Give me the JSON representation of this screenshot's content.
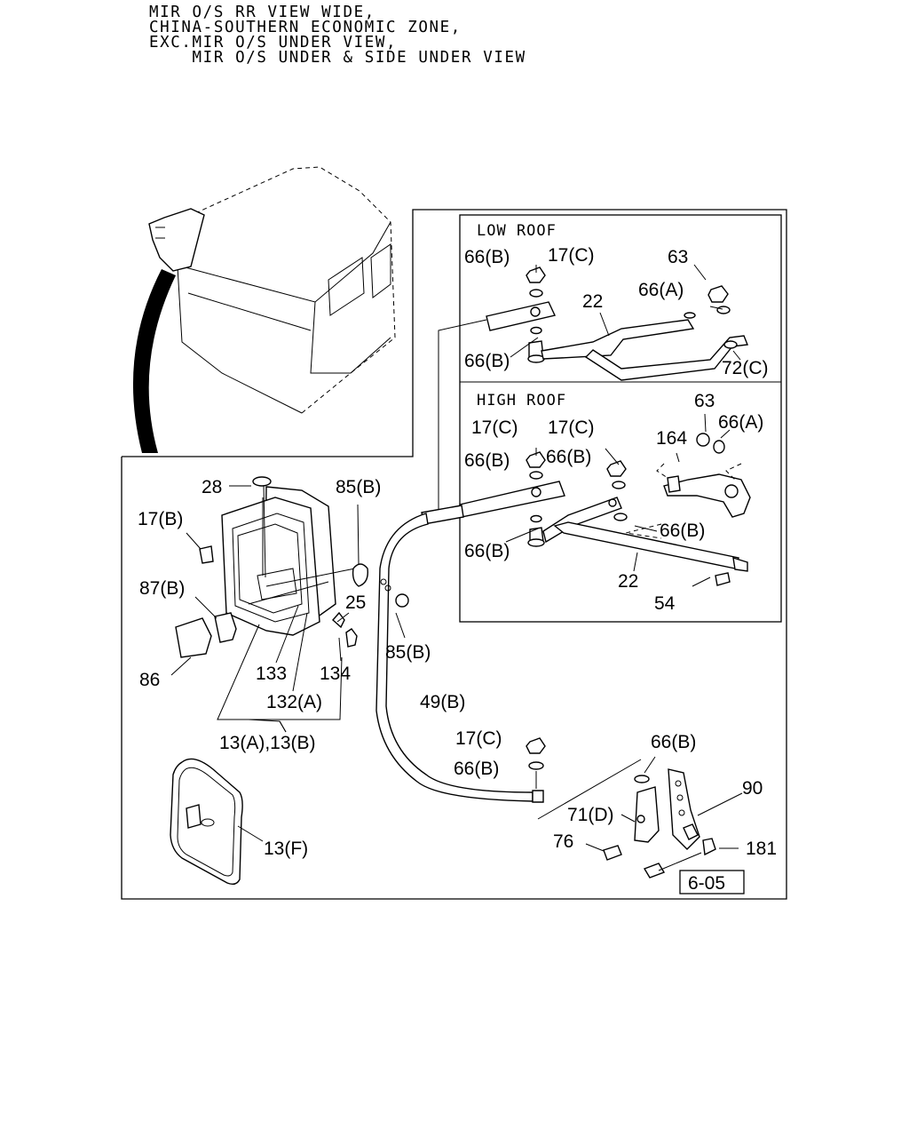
{
  "header": {
    "lines": [
      "MIR O/S RR VIEW WIDE,",
      "CHINA-SOUTHERN ECONOMIC ZONE,",
      "EXC.MIR O/S UNDER VIEW,",
      "    MIR O/S UNDER & SIDE UNDER VIEW"
    ]
  },
  "panels": {
    "low_roof_title": "LOW ROOF",
    "high_roof_title": "HIGH ROOF"
  },
  "callouts": {
    "low_66B_top": "66(B)",
    "low_17C": "17(C)",
    "low_63": "63",
    "low_66A": "66(A)",
    "low_22": "22",
    "low_66B_bottom": "66(B)",
    "low_72C": "72(C)",
    "high_17C_left": "17(C)",
    "high_17C_mid": "17(C)",
    "high_63": "63",
    "high_66A": "66(A)",
    "high_164": "164",
    "high_66B_left": "66(B)",
    "high_66B_mid": "66(B)",
    "high_66B_right": "66(B)",
    "high_66B_bottom": "66(B)",
    "high_22": "22",
    "high_54": "54",
    "m_28": "28",
    "m_85B_top": "85(B)",
    "m_17B": "17(B)",
    "m_87B": "87(B)",
    "m_25": "25",
    "m_86": "86",
    "m_133": "133",
    "m_134": "134",
    "m_132A": "132(A)",
    "m_13AB": "13(A),13(B)",
    "m_85B_mid": "85(B)",
    "m_49B": "49(B)",
    "m_17C": "17(C)",
    "m_66B_left": "66(B)",
    "m_66B_right": "66(B)",
    "m_90": "90",
    "m_71D": "71(D)",
    "m_76": "76",
    "m_181": "181",
    "m_13F": "13(F)",
    "ref_box": "6-05"
  }
}
